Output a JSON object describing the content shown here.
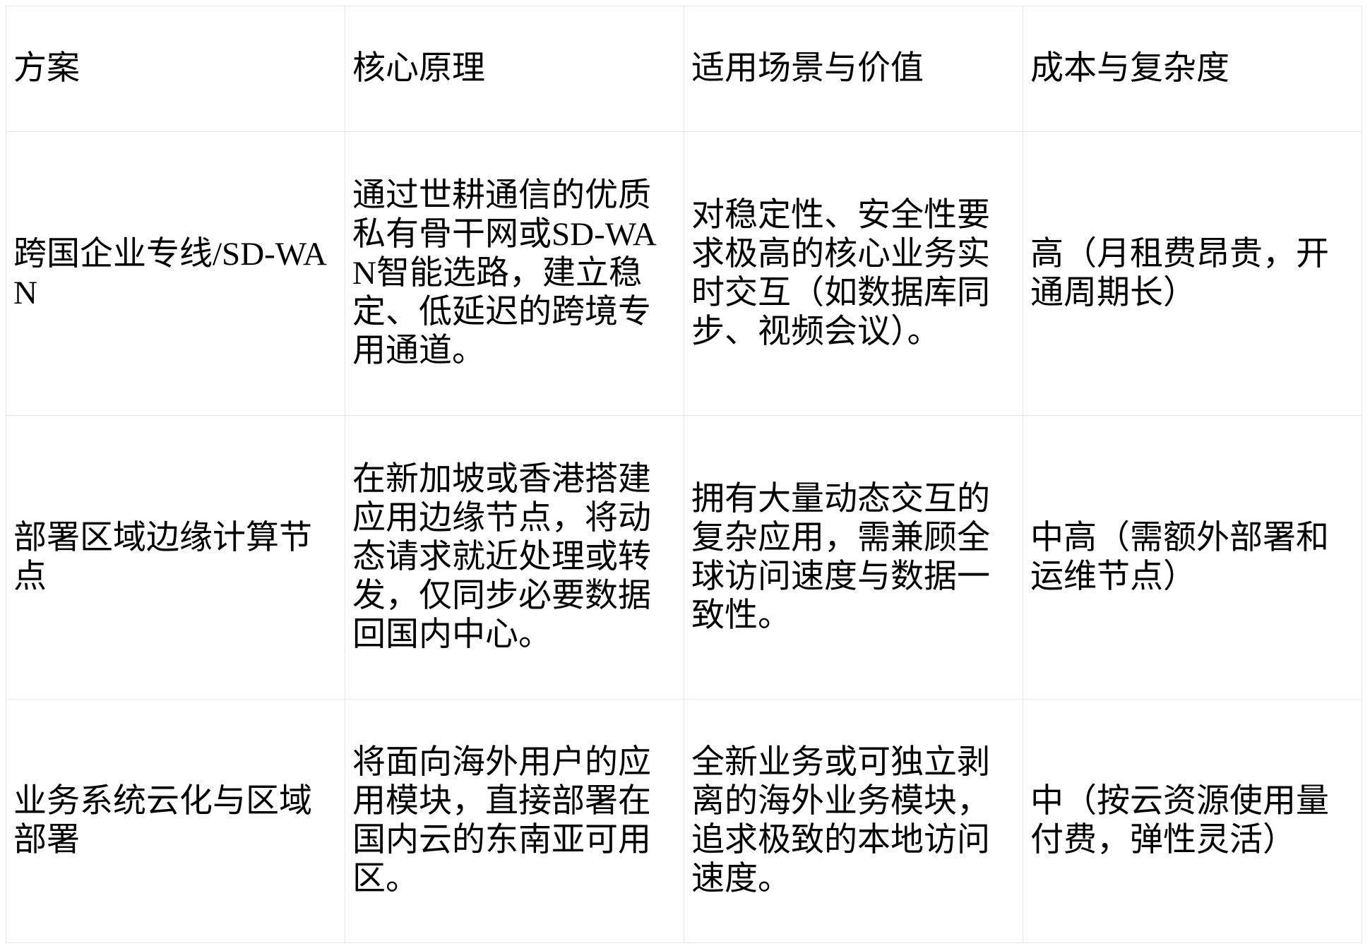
{
  "table": {
    "colors": {
      "border": "#e5e7eb",
      "text": "#000000",
      "background": "#ffffff"
    },
    "headers": [
      "方案",
      "核心原理",
      "适用场景与价值",
      "成本与复杂度"
    ],
    "rows": [
      [
        "跨国企业专线/SD-WAN",
        "通过世耕通信的优质私有骨干网或SD-WAN智能选路，建立稳定、低延迟的跨境专用通道。",
        "对稳定性、安全性要求极高的核心业务实时交互（如数据库同步、视频会议）。",
        "高（月租费昂贵，开通周期长）"
      ],
      [
        "部署区域边缘计算节点",
        "在新加坡或香港搭建应用边缘节点，将动态请求就近处理或转发，仅同步必要数据回国内中心。",
        "拥有大量动态交互的复杂应用，需兼顾全球访问速度与数据一致性。",
        "中高（需额外部署和运维节点）"
      ],
      [
        "业务系统云化与区域部署",
        "将面向海外用户的应用模块，直接部署在国内云的东南亚可用区。",
        "全新业务或可独立剥离的海外业务模块，追求极致的本地访问速度。",
        "中（按云资源使用量付费，弹性灵活）"
      ]
    ]
  }
}
